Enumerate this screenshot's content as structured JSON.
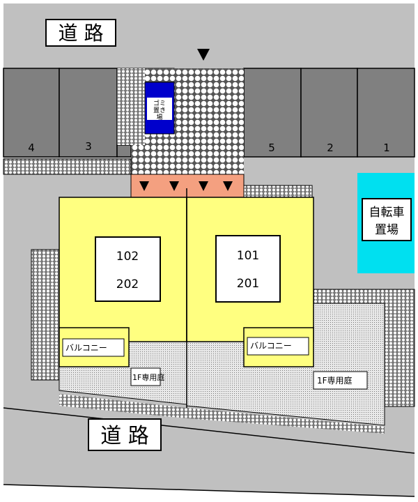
{
  "roads": {
    "top_label": "道 路",
    "bottom_label": "道 路"
  },
  "parking": {
    "stalls": [
      "4",
      "3",
      "5",
      "2",
      "1"
    ]
  },
  "garbage": {
    "label_lines": [
      "ゴミ",
      "置き",
      "場"
    ]
  },
  "bicycle": {
    "label_lines": [
      "自転車",
      "置場"
    ]
  },
  "units": {
    "left": {
      "line1": "102",
      "line2": "202",
      "balcony": "バルコニー",
      "garden": "1F専用庭"
    },
    "right": {
      "line1": "101",
      "line2": "201",
      "balcony": "バルコニー",
      "garden": "1F専用庭"
    }
  },
  "colors": {
    "ground": "#c0c0c0",
    "parking": "#808080",
    "building": "#ffff80",
    "entrance": "#f4a080",
    "bicycle": "#00e0f0",
    "garbage": "#0000cc"
  }
}
